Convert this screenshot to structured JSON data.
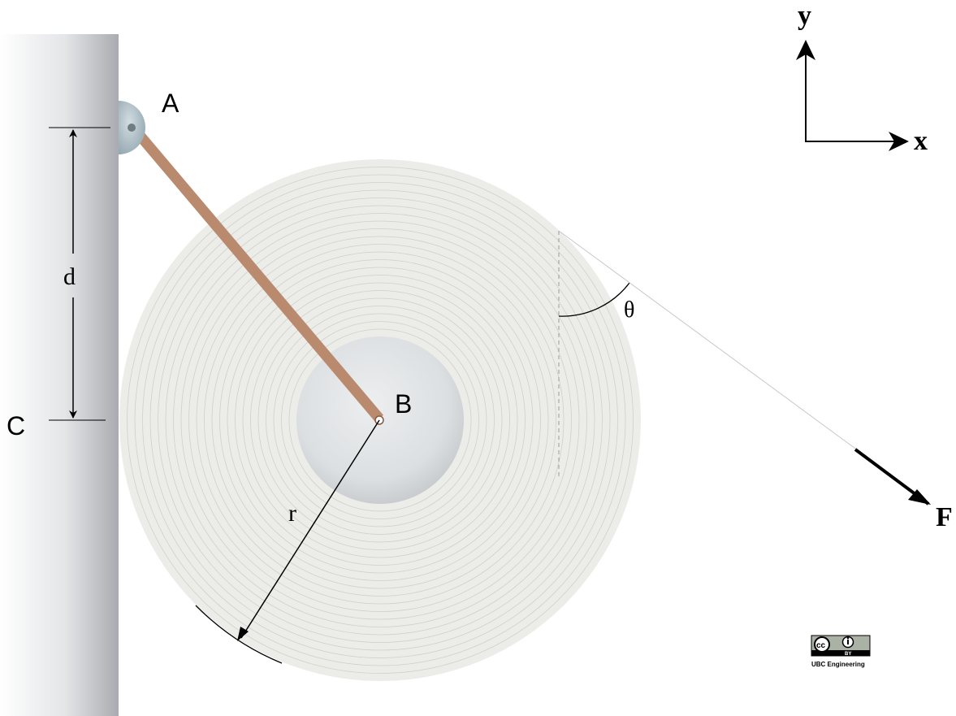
{
  "labels": {
    "point_a": "A",
    "point_b": "B",
    "point_c": "C",
    "distance_d": "d",
    "radius_r": "r",
    "angle_theta": "θ",
    "force_f": "F",
    "axis_x": "x",
    "axis_y": "y"
  },
  "license": {
    "cc_text": "cc",
    "by_text": "BY",
    "credit": "UBC Engineering"
  },
  "colors": {
    "wall": "#d9dadc",
    "roll": "#ecece8",
    "roll_rings": "#cfd0cc",
    "hub": "#d7dadc",
    "rod": "#b98a6e",
    "pin": "#a9b8c0",
    "ink": "#000000"
  }
}
